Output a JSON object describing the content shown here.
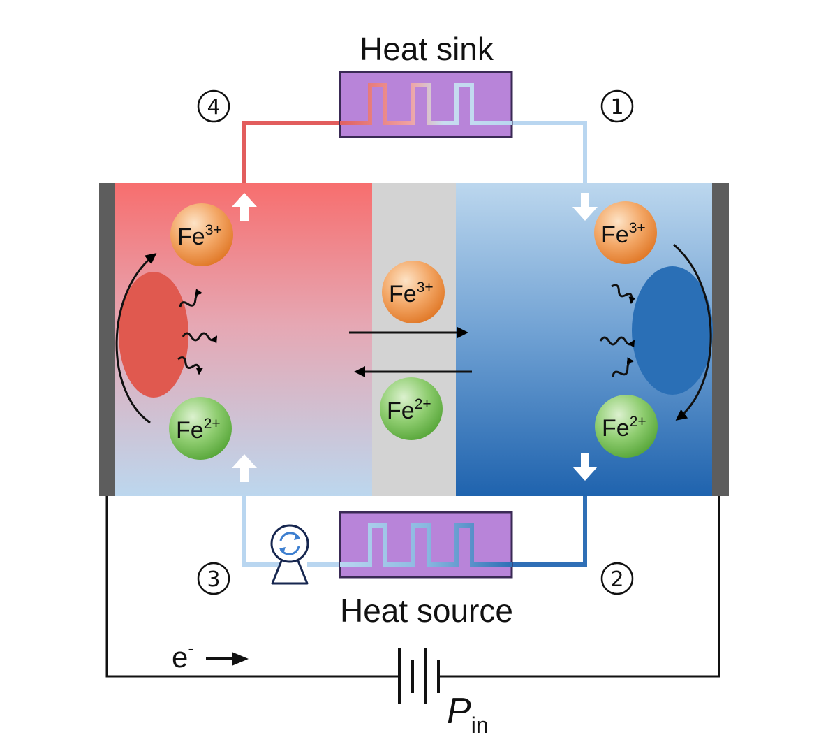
{
  "title_top": "Heat sink",
  "title_bottom": "Heat source",
  "steps": {
    "s1": "1",
    "s2": "2",
    "s3": "3",
    "s4": "4"
  },
  "ions": {
    "fe": "Fe",
    "ox": "3+",
    "red": "2+"
  },
  "electron": {
    "symbol": "e",
    "charge": "-"
  },
  "power": {
    "symbol": "P",
    "subscript": "in"
  },
  "colors": {
    "hot": "#f77272",
    "cold": "#1f69b3",
    "membrane": "#d3d3d3",
    "exchanger": "#b884d9",
    "electrode": "#5d5d5d",
    "fe3": "#ee8a3a",
    "fe2": "#6cbb4a"
  }
}
